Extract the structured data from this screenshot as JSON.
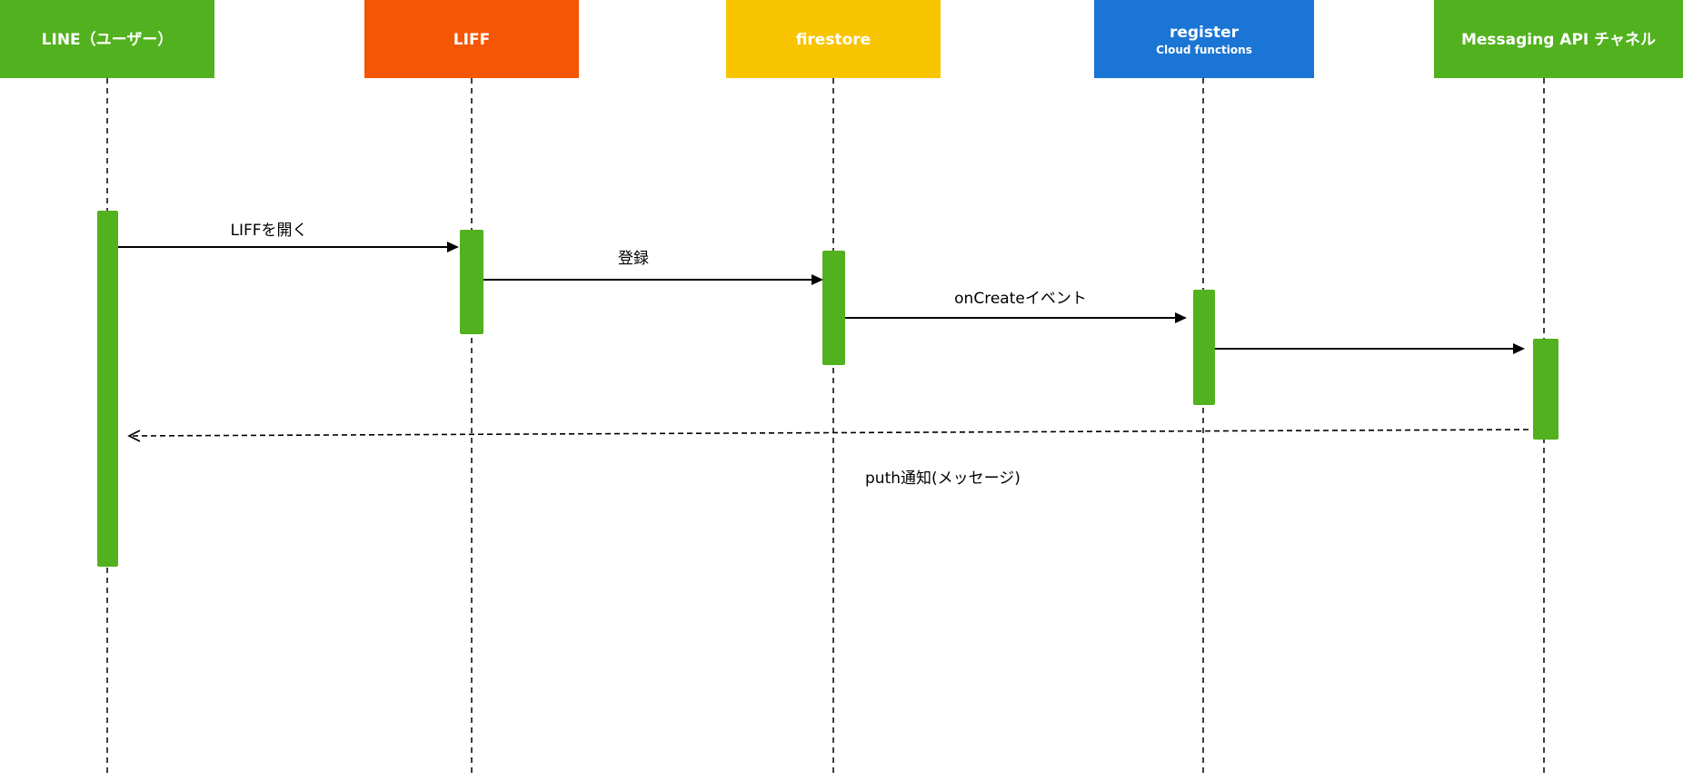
{
  "diagram": {
    "type": "sequence-diagram",
    "colors": {
      "line_green": "#52b11e",
      "liff_orange": "#f55603",
      "firestore_yellow": "#f8c400",
      "register_blue": "#1b75d4",
      "messaging_green": "#52b11e",
      "activation": "#52b11e",
      "line": "#000000"
    },
    "participants": [
      {
        "id": "line-user",
        "title": "LINE（ユーザー）",
        "subtitle": "",
        "color": "#52b11e"
      },
      {
        "id": "liff",
        "title": "LIFF",
        "subtitle": "",
        "color": "#f55603"
      },
      {
        "id": "firestore",
        "title": "firestore",
        "subtitle": "",
        "color": "#f8c400"
      },
      {
        "id": "register",
        "title": "register",
        "subtitle": "Cloud functions",
        "color": "#1b75d4"
      },
      {
        "id": "messaging-api",
        "title": "Messaging API チャネル",
        "subtitle": "",
        "color": "#52b11e"
      }
    ],
    "messages": [
      {
        "id": "open-liff",
        "from": "line-user",
        "to": "liff",
        "label": "LIFFを開く",
        "style": "solid"
      },
      {
        "id": "register-data",
        "from": "liff",
        "to": "firestore",
        "label": "登録",
        "style": "solid"
      },
      {
        "id": "oncreate-event",
        "from": "firestore",
        "to": "register",
        "label": "onCreateイベント",
        "style": "solid"
      },
      {
        "id": "call-messaging",
        "from": "register",
        "to": "messaging-api",
        "label": "",
        "style": "solid"
      },
      {
        "id": "push-notification",
        "from": "messaging-api",
        "to": "line-user",
        "label": "puth通知(メッセージ)",
        "style": "dashed"
      }
    ]
  }
}
